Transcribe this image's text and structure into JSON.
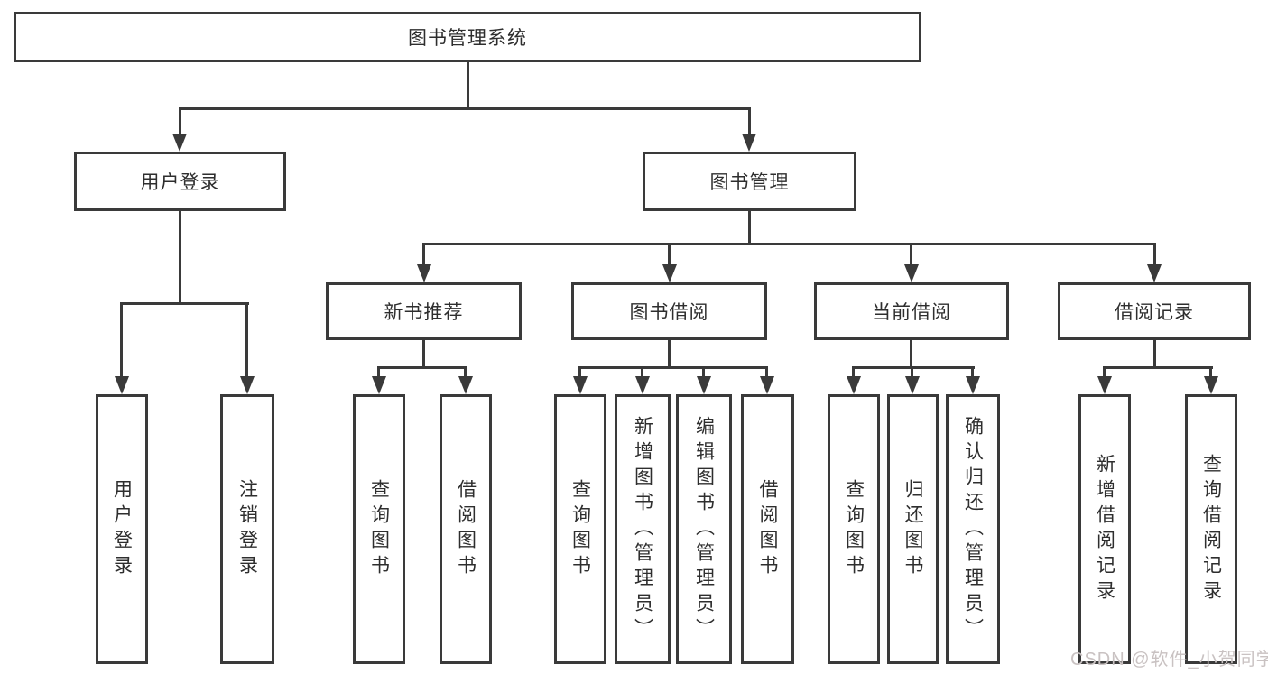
{
  "nodes": {
    "root": "图书管理系统",
    "user_login": "用户登录",
    "book_mgmt": "图书管理",
    "new_books": "新书推荐",
    "book_borrow": "图书借阅",
    "current_borrow": "当前借阅",
    "borrow_records": "借阅记录"
  },
  "leaves": {
    "user_login": "用户登录",
    "logout": "注销登录",
    "nb_query": "查询图书",
    "nb_borrow": "借阅图书",
    "bb_query": "查询图书",
    "bb_add": "新增图书（管理员）",
    "bb_edit": "编辑图书（管理员）",
    "bb_borrow": "借阅图书",
    "cb_query": "查询图书",
    "cb_return": "归还图书",
    "cb_confirm": "确认归还（管理员）",
    "br_add": "新增借阅记录",
    "br_query": "查询借阅记录"
  },
  "watermark": {
    "text": "CSDN @软件_小贺同学"
  },
  "colors": {
    "line": "#3a3a3a",
    "text": "#2e2e2e",
    "watermark": "#c9c2c2",
    "background": "#ffffff"
  }
}
